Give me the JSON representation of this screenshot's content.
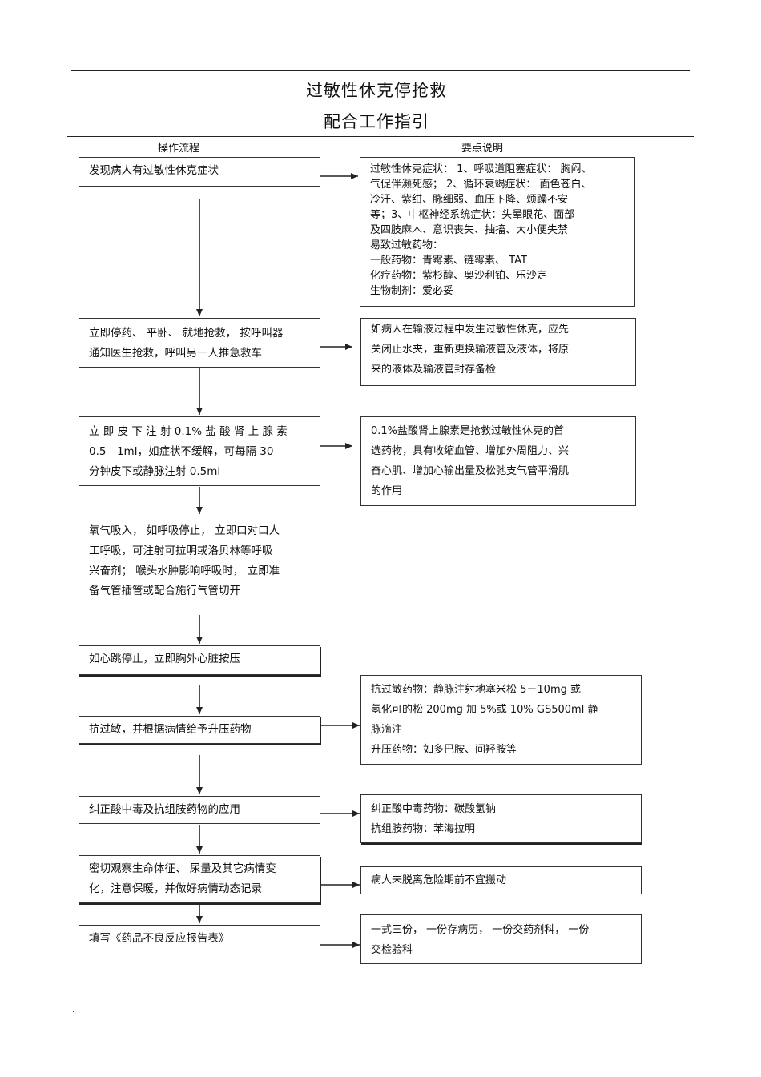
{
  "header": {
    "dot_top": ".",
    "title_line1": "过敏性休克停抢救",
    "title_line2": "配合工作指引",
    "col_left": "操作流程",
    "col_right": "要点说明"
  },
  "steps": [
    {
      "lines": [
        "发现病人有过敏性休克症状"
      ]
    },
    {
      "lines": [
        "立即停药、 平卧、 就地抢救， 按呼叫器",
        "通知医生抢救，呼叫另一人推急救车"
      ]
    },
    {
      "lines": [
        "立 即 皮 下 注 射   0.1% 盐 酸 肾 上 腺 素",
        "0.5—1ml，如症状不缓解，可每隔      30",
        "分钟皮下或静脉注射     0.5ml"
      ]
    },
    {
      "lines": [
        "氧气吸入，  如呼吸停止，   立即口对口人",
        "工呼吸，可注射可拉明或洛贝林等呼吸",
        "兴奋剂；  喉头水肿影响呼吸时，    立即准",
        "备气管插管或配合施行气管切开"
      ]
    },
    {
      "lines": [
        "如心跳停止，立即胸外心脏按压"
      ]
    },
    {
      "lines": [
        "抗过敏，并根据病情给予升压药物"
      ]
    },
    {
      "lines": [
        "纠正酸中毒及抗组胺药物的应用"
      ]
    },
    {
      "lines": [
        "密切观察生命体征、   尿量及其它病情变",
        "化，注意保暖，并做好病情动态记录"
      ]
    },
    {
      "lines": [
        "填写《药品不良反应报告表》"
      ]
    }
  ],
  "notes": [
    {
      "lines": [
        "过敏性休克症状：  1、呼吸道阻塞症状：   胸闷、",
        "气促伴濒死感；  2、循环衰竭症状：   面色苍白、",
        "冷汗、紫绀、脉细弱、血压下降、烦躁不安",
        "等；3、中枢神经系统症状：头晕眼花、面部",
        "及四肢麻木、意识丧失、抽搐、大小便失禁",
        "易致过敏药物：",
        "一般药物：青霉素、链霉素、     TAT",
        "化疗药物：紫杉醇、奥沙利铂、乐沙定",
        "生物制剂：爱必妥"
      ]
    },
    {
      "lines": [
        "如病人在输液过程中发生过敏性休克，应先",
        "关闭止水夹，重新更换输液管及液体，将原",
        "来的液体及输液管封存备检"
      ]
    },
    {
      "lines": [
        "0.1%盐酸肾上腺素是抢救过敏性休克的首",
        "选药物，具有收缩血管、增加外周阻力、兴",
        "奋心肌、增加心输出量及松弛支气管平滑肌",
        "的作用"
      ]
    },
    {
      "lines": [
        "抗过敏药物：静脉注射地塞米松      5－10mg 或",
        "氢化可的松  200mg 加 5%或 10% GS500ml 静",
        "脉滴注",
        "升压药物：如多巴胺、间羟胺等"
      ]
    },
    {
      "lines": [
        "纠正酸中毒药物：碳酸氢钠",
        "抗组胺药物：苯海拉明"
      ]
    },
    {
      "lines": [
        "病人未脱离危险期前不宜搬动"
      ]
    },
    {
      "lines": [
        "一式三份，   一份存病历，   一份交药剂科，   一份",
        "交检验科"
      ]
    }
  ],
  "footer": {
    "dot_bottom": "."
  }
}
